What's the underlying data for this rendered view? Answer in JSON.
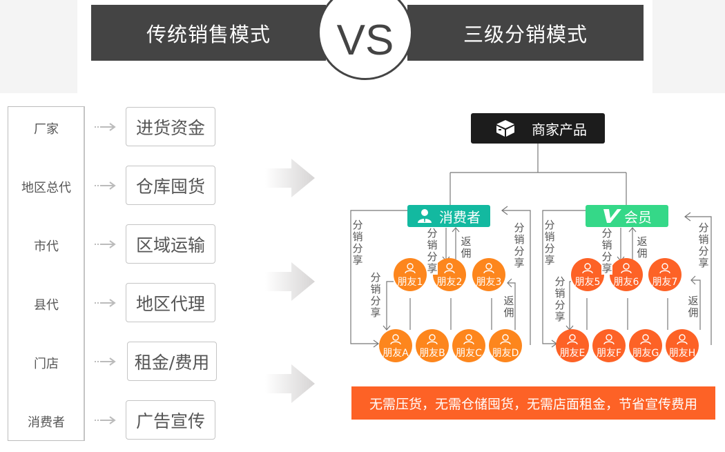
{
  "header": {
    "left_title": "传统销售模式",
    "vs_label": "VS",
    "right_title": "三级分销模式"
  },
  "traditional": {
    "levels": [
      "厂家",
      "地区总代",
      "市代",
      "县代",
      "门店",
      "消费者"
    ],
    "costs": [
      "进货资金",
      "仓库囤货",
      "区域运输",
      "地区代理",
      "租金/费用",
      "广告宣传"
    ]
  },
  "distribution": {
    "product": {
      "label": "商家产品",
      "icon": "box-icon"
    },
    "groups": [
      {
        "head_label": "消费者",
        "head_icon": "person-icon",
        "head_color": "#13b9a0",
        "friend_color": "#fd861d",
        "tier1": [
          "朋友1",
          "朋友2",
          "朋友3"
        ],
        "tier2": [
          "朋友A",
          "朋友B",
          "朋友C",
          "朋友D"
        ],
        "labels": {
          "share_outer": "分销分享",
          "share_inner": "分销分享",
          "share_down": "分销分享",
          "rebate_up": "返佣",
          "share_right": "分销分享",
          "rebate_right": "返佣"
        }
      },
      {
        "head_label": "会员",
        "head_icon": "v-icon",
        "head_color": "#35d888",
        "friend_color": "#fd6226",
        "tier1": [
          "朋友5",
          "朋友6",
          "朋友7"
        ],
        "tier2": [
          "朋友E",
          "朋友F",
          "朋友G",
          "朋友H"
        ],
        "labels": {
          "share_outer": "分销分享",
          "share_inner": "分销分享",
          "share_down": "分销分享",
          "rebate_up": "返佣",
          "share_right": "分销分享",
          "rebate_right": "返佣"
        }
      }
    ]
  },
  "footer": {
    "slogan": "无需压货，无需仓储囤货，无需店面租金，节省宣传费用"
  },
  "colors": {
    "banner": "#444444",
    "product_bg": "#1c1c1c",
    "footer_bg": "#fd6226"
  }
}
